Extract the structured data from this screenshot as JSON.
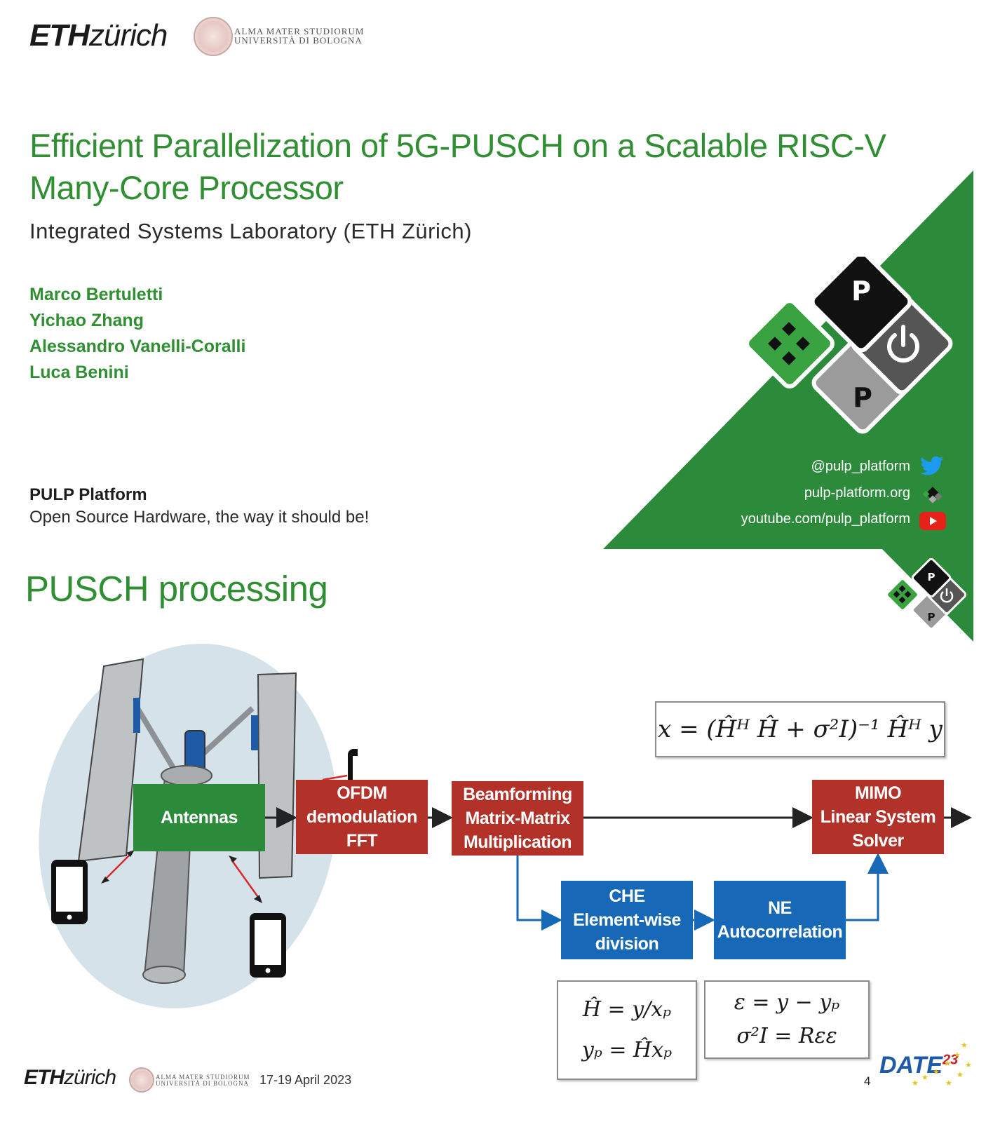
{
  "slide1": {
    "eth_logo_bold": "ETH",
    "eth_logo_regular": "zürich",
    "unibo_line1": "ALMA MATER STUDIORUM",
    "unibo_line2": "UNIVERSITÀ DI BOLOGNA",
    "title_line1": "Efficient Parallelization of 5G-PUSCH on a Scalable RISC-V",
    "title_line2": "Many-Core Processor",
    "subtitle": "Integrated Systems Laboratory (ETH Zürich)",
    "authors": [
      "Marco Bertuletti",
      "Yichao Zhang",
      "Alessandro Vanelli-Coralli",
      "Luca Benini"
    ],
    "platform_name": "PULP Platform",
    "platform_tagline": "Open Source Hardware, the way it should be!",
    "logo_letter_top": "P",
    "logo_letter_bottom": "P",
    "social": {
      "twitter": "@pulp_platform",
      "website": "pulp-platform.org",
      "youtube": "youtube.com/pulp_platform"
    },
    "icons": [
      "twitter-icon",
      "pulp-icon",
      "youtube-icon",
      "power-icon"
    ],
    "colors": {
      "green": "#2c8b3a",
      "title_green": "#2f8f32"
    }
  },
  "slide2": {
    "title": "PUSCH processing",
    "equation_main": "x = (Ĥᴴ Ĥ + σ²I)⁻¹ Ĥᴴ y",
    "blocks": {
      "antennas": "Antennas",
      "ofdm": [
        "OFDM",
        "demodulation",
        "FFT"
      ],
      "beamforming": [
        "Beamforming",
        "Matrix-Matrix",
        "Multiplication"
      ],
      "mimo": [
        "MIMO",
        "Linear System",
        "Solver"
      ],
      "che": [
        "CHE",
        "Element-wise",
        "division"
      ],
      "ne": [
        "NE",
        "Autocorrelation"
      ]
    },
    "eq_che": [
      "Ĥ = y/xₚ",
      "yₚ = Ĥxₚ"
    ],
    "eq_ne": [
      "ε = y − yₚ",
      "σ²I = Rεε"
    ],
    "footer": {
      "eth_bold": "ETH",
      "eth_regular": "zürich",
      "unibo_line1": "ALMA MATER STUDIORUM",
      "unibo_line2": "UNIVERSITÀ DI BOLOGNA",
      "date": "17-19 April 2023",
      "page": "4",
      "conf_logo": "DATE",
      "conf_year": "23"
    },
    "colors": {
      "red": "#b23229",
      "blue": "#1768b6",
      "green": "#2c8b3a"
    }
  }
}
